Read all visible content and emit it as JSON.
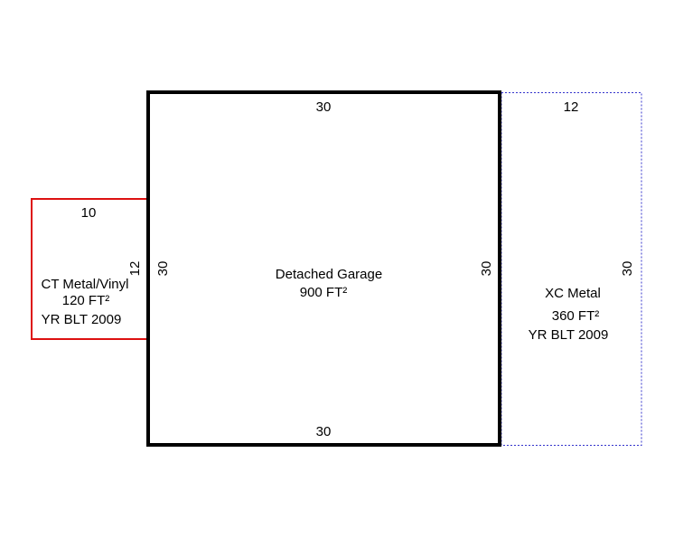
{
  "colors": {
    "main": "#000000",
    "left_addition": "#dd1111",
    "right_addition": "#3333cc"
  },
  "main_structure": {
    "name": "Detached Garage",
    "area": "900 FT²",
    "dims": {
      "top": "30",
      "bottom": "30",
      "left": "30",
      "right": "30"
    }
  },
  "left_addition": {
    "name": "CT Metal/Vinyl",
    "area": "120 FT²",
    "year": "YR BLT 2009",
    "dims": {
      "top": "10",
      "side": "12"
    }
  },
  "right_addition": {
    "name": "XC Metal",
    "area": "360 FT²",
    "year": "YR BLT 2009",
    "dims": {
      "top": "12",
      "side": "30"
    }
  }
}
